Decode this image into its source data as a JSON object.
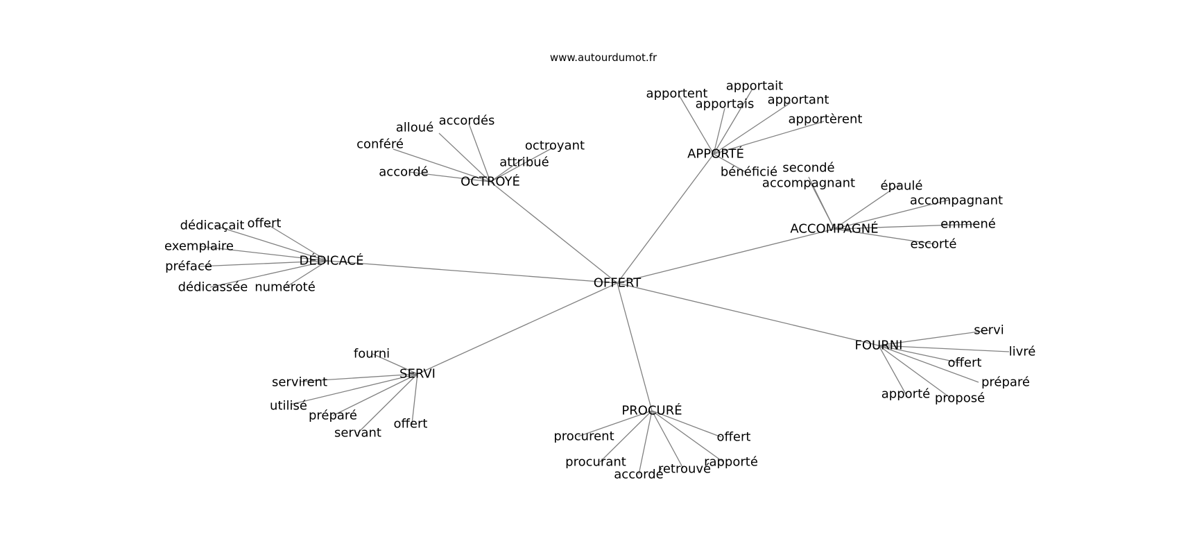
{
  "site": "www.autourdumot.fr",
  "center": "OFFERT",
  "clusters": [
    {
      "word": "OCTROYÉ",
      "leaves": [
        "alloué",
        "accordés",
        "conféré",
        "octroyant",
        "attribué",
        "accordé"
      ]
    },
    {
      "word": "APPORTÉ",
      "leaves": [
        "apportent",
        "apportait",
        "apportais",
        "apportant",
        "apportèrent",
        "bénéficié"
      ]
    },
    {
      "word": "ACCOMPAGNÉ",
      "leaves": [
        "secondé",
        "accompagnant",
        "épaulé",
        "accompagnant",
        "emmené",
        "escorté"
      ]
    },
    {
      "word": "DÉDICACÉ",
      "leaves": [
        "dédicaçait",
        "offert",
        "exemplaire",
        "préfacé",
        "dédicassée",
        "numéroté"
      ]
    },
    {
      "word": "SERVI",
      "leaves": [
        "fourni",
        "servirent",
        "utilisé",
        "préparé",
        "servant",
        "offert"
      ]
    },
    {
      "word": "PROCURÉ",
      "leaves": [
        "procurent",
        "offert",
        "procurant",
        "accordé",
        "retrouvé",
        "rapporté"
      ]
    },
    {
      "word": "FOURNI",
      "leaves": [
        "servi",
        "livré",
        "offert",
        "préparé",
        "apporté",
        "proposé"
      ]
    }
  ]
}
